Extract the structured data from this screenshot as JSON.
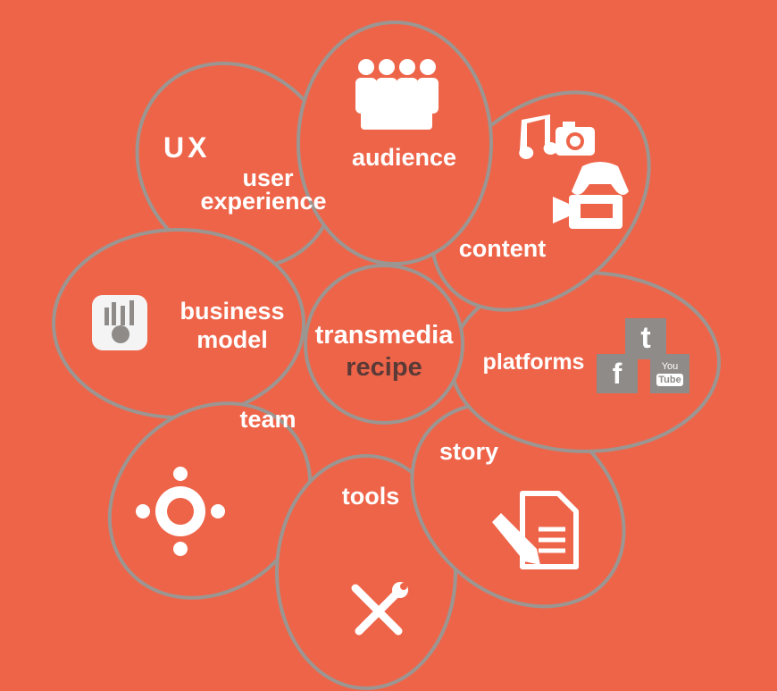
{
  "colors": {
    "background": "#ee6449",
    "outline": "#9c9692",
    "recipe_text": "#5a3a36",
    "icon_gray": "#8f8b88"
  },
  "center": {
    "line1": "transmedia",
    "line2": "recipe"
  },
  "petals": {
    "audience": {
      "label": "audience",
      "icon": "people-group-icon"
    },
    "content": {
      "label": "content",
      "icon": "media-icons"
    },
    "platforms": {
      "label": "platforms",
      "icon": "social-icons",
      "twitter": "t",
      "facebook": "f",
      "youtube_top": "You",
      "youtube_bottom": "Tube"
    },
    "story": {
      "label": "story",
      "icon": "document-pencil-icon"
    },
    "tools": {
      "label": "tools",
      "icon": "wrench-screwdriver-icon"
    },
    "team": {
      "label": "team",
      "icon": "team-circle-icon"
    },
    "business": {
      "line1": "business",
      "line2": "model",
      "icon": "chart-app-icon"
    },
    "ux": {
      "abbr": "UX",
      "line1": "user",
      "line2": "experience"
    }
  }
}
